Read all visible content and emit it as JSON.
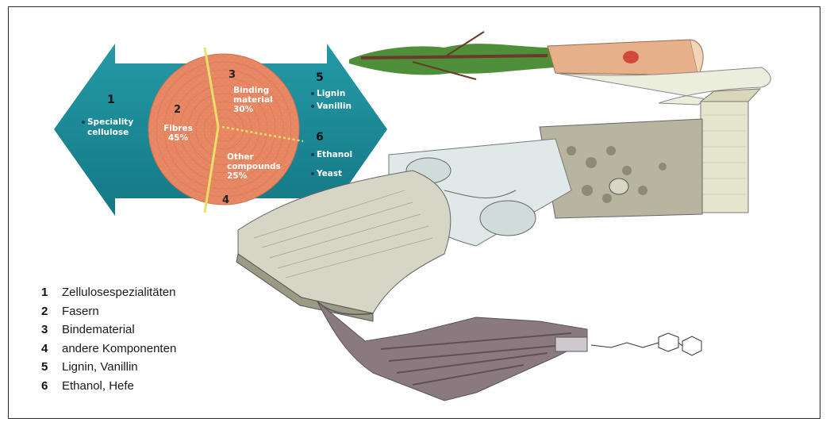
{
  "diagram": {
    "arrow_left": {
      "number": "1",
      "items": [
        "Speciality",
        "cellulose"
      ]
    },
    "arrow_right_top": {
      "number": "5",
      "items": [
        "Lignin",
        "Vanillin"
      ]
    },
    "arrow_right_bottom": {
      "number": "6",
      "items": [
        "Ethanol",
        "Yeast"
      ]
    },
    "pie": {
      "slices": [
        {
          "number": "2",
          "label_lines": [
            "Fibres",
            "45%"
          ],
          "value": 45
        },
        {
          "number": "3",
          "label_lines": [
            "Binding",
            "material",
            "30%"
          ],
          "value": 30
        },
        {
          "number": "4",
          "label_lines": [
            "Other",
            "compounds",
            "25%"
          ],
          "value": 25
        }
      ]
    },
    "colors": {
      "arrow": "#1c8a96",
      "arrow_dark": "#156f7a",
      "pie": "#e98a66",
      "pie_ring": "#d9734f",
      "divider": "#e8e06a"
    }
  },
  "legend": [
    {
      "num": "1",
      "text": "Zellulosespezialitäten"
    },
    {
      "num": "2",
      "text": "Fasern"
    },
    {
      "num": "3",
      "text": "Bindematerial"
    },
    {
      "num": "4",
      "text": "andere Komponenten"
    },
    {
      "num": "5",
      "text": "Lignin, Vanillin"
    },
    {
      "num": "6",
      "text": "Ethanol, Hefe"
    }
  ]
}
